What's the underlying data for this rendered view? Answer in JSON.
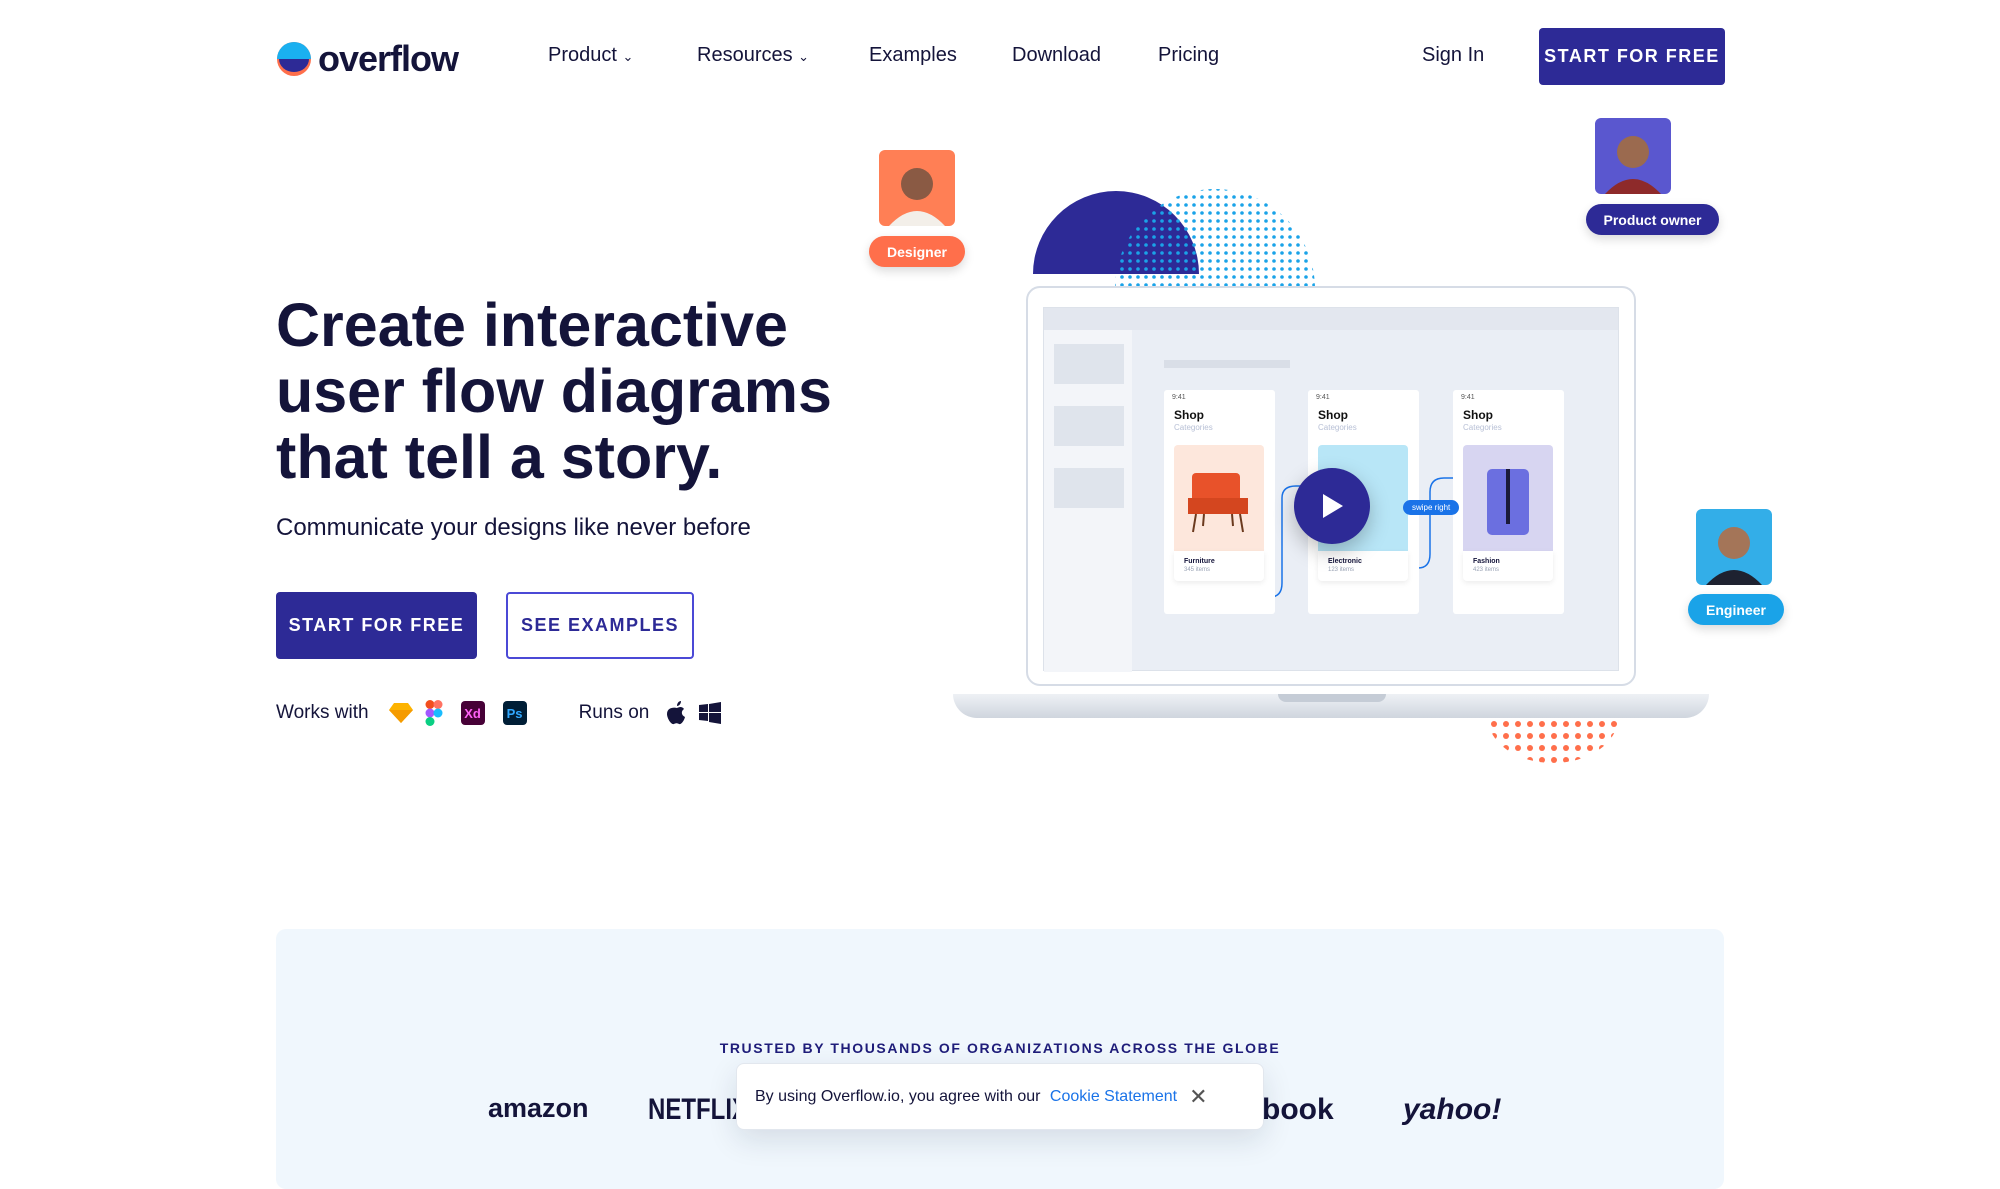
{
  "brand": {
    "name": "overflow"
  },
  "nav": {
    "items": [
      {
        "label": "Product",
        "dropdown": true
      },
      {
        "label": "Resources",
        "dropdown": true
      },
      {
        "label": "Examples"
      },
      {
        "label": "Download"
      },
      {
        "label": "Pricing"
      }
    ],
    "sign_in": "Sign In",
    "cta": "START FOR FREE"
  },
  "hero": {
    "title": "Create interactive user flow diagrams that tell a story.",
    "subtitle": "Communicate your designs like never before",
    "primary_button": "START FOR FREE",
    "secondary_button": "SEE EXAMPLES",
    "works_with": "Works with",
    "works_with_icons": [
      "sketch-icon",
      "figma-icon",
      "xd-icon",
      "photoshop-icon"
    ],
    "xd": "Xd",
    "ps": "Ps",
    "runs_on": "Runs on",
    "runs_on_icons": [
      "apple-icon",
      "windows-icon"
    ]
  },
  "illustration": {
    "roles": {
      "designer": "Designer",
      "product_owner": "Product owner",
      "engineer": "Engineer"
    },
    "screens": [
      {
        "title": "Shop",
        "subtitle": "Categories",
        "category": "Furniture",
        "count": "345 items"
      },
      {
        "title": "Shop",
        "subtitle": "Categories",
        "category": "Electronic",
        "count": "123 items"
      },
      {
        "title": "Shop",
        "subtitle": "Categories",
        "category": "Fashion",
        "count": "423 items"
      }
    ],
    "swipe_label": "swipe right",
    "time": "9:41"
  },
  "trusted": {
    "heading": "TRUSTED BY THOUSANDS OF ORGANIZATIONS ACROSS THE GLOBE",
    "logos": [
      "amazon",
      "NETFLIX",
      "book",
      "yahoo!"
    ]
  },
  "cookie": {
    "text": "By using Overflow.io, you agree with our ",
    "link": "Cookie Statement"
  },
  "colors": {
    "primary": "#2d2a96",
    "accent_orange": "#ff6f4b",
    "accent_blue": "#1aa3e8",
    "band": "#f0f7fd"
  }
}
